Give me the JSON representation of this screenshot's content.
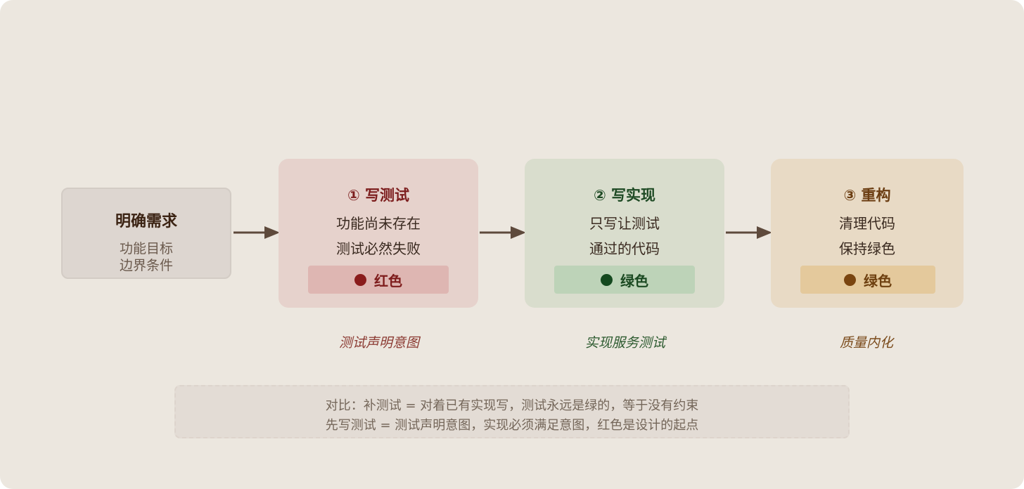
{
  "start": {
    "title": "明确需求",
    "line1": "功能目标",
    "line2": "边界条件"
  },
  "stages": [
    {
      "title": "① 写测试",
      "line1": "功能尚未存在",
      "line2": "测试必然失败",
      "badge": "红色",
      "caption": "测试声明意图"
    },
    {
      "title": "② 写实现",
      "line1": "只写让测试",
      "line2": "通过的代码",
      "badge": "绿色",
      "caption": "实现服务测试"
    },
    {
      "title": "③ 重构",
      "line1": "清理代码",
      "line2": "保持绿色",
      "badge": "绿色",
      "caption": "质量内化"
    }
  ],
  "note": {
    "line1": "对比：补测试 = 对着已有实现写，测试永远是绿的，等于没有约束",
    "line2": "先写测试 = 测试声明意图，实现必须满足意图，红色是设计的起点"
  },
  "colors": {
    "background": "#ece7df",
    "red_stage": "#e6d2cc",
    "green_stage": "#d9ddcd",
    "amber_stage": "#e8dac5",
    "arrow": "#5e4a3c"
  }
}
